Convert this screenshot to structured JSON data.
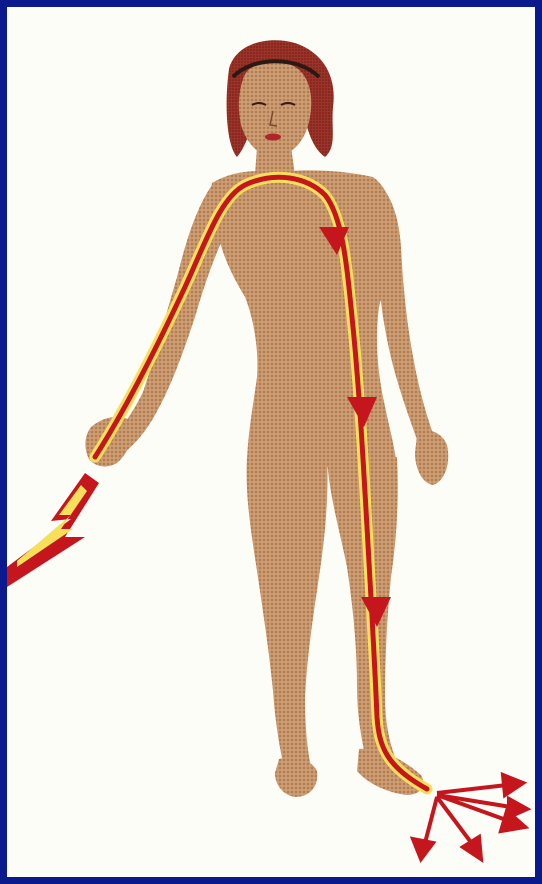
{
  "diagram": {
    "subject": "human-figure",
    "current_path": "hand-to-foot",
    "entry_point": "left-hand",
    "exit_point": "right-foot",
    "direction_arrows": 3,
    "ground_arrows": 5
  },
  "colors": {
    "background_frame": "#0a1a8c",
    "panel": "#fdfdf7",
    "skin": "#c08a5e",
    "skin_shadow": "#9a6a45",
    "hair": "#8a2a22",
    "current_stroke": "#c4161c",
    "current_glow": "#f6e05a",
    "bolt_fill": "#c4161c",
    "bolt_core": "#f6e05a"
  },
  "icons": {
    "lightning": "lightning-bolt-icon",
    "arrow": "arrow-down-icon"
  }
}
